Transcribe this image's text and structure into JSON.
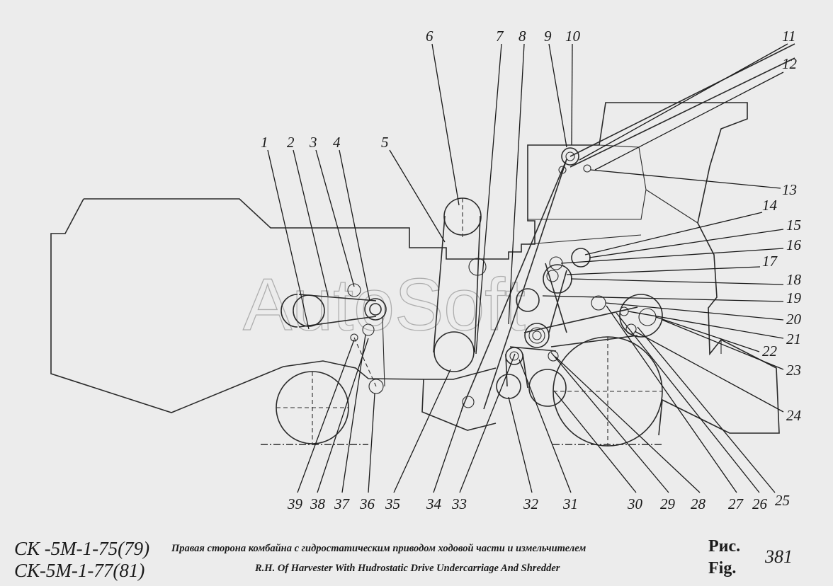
{
  "watermark": "AutoSoft",
  "callouts": [
    "1",
    "2",
    "3",
    "4",
    "5",
    "6",
    "7",
    "8",
    "9",
    "10",
    "11",
    "12",
    "13",
    "14",
    "15",
    "16",
    "17",
    "18",
    "19",
    "20",
    "21",
    "22",
    "23",
    "24",
    "25",
    "26",
    "27",
    "28",
    "29",
    "30",
    "31",
    "32",
    "33",
    "34",
    "35",
    "36",
    "37",
    "38",
    "39"
  ],
  "caption": {
    "model_line_1": "СК -5М-1-75(79)",
    "model_line_2": "СК-5М-1-77(81)",
    "title_ru": "Правая сторона комбайна с гидростатическим приводом ходовой части и измельчителем",
    "title_en": "R.H. Of Harvester With Hudrostatic Drive Undercarriage And Shredder",
    "fig_label_ru": "Рис.",
    "fig_label_en": "Fig.",
    "fig_number": "381"
  }
}
